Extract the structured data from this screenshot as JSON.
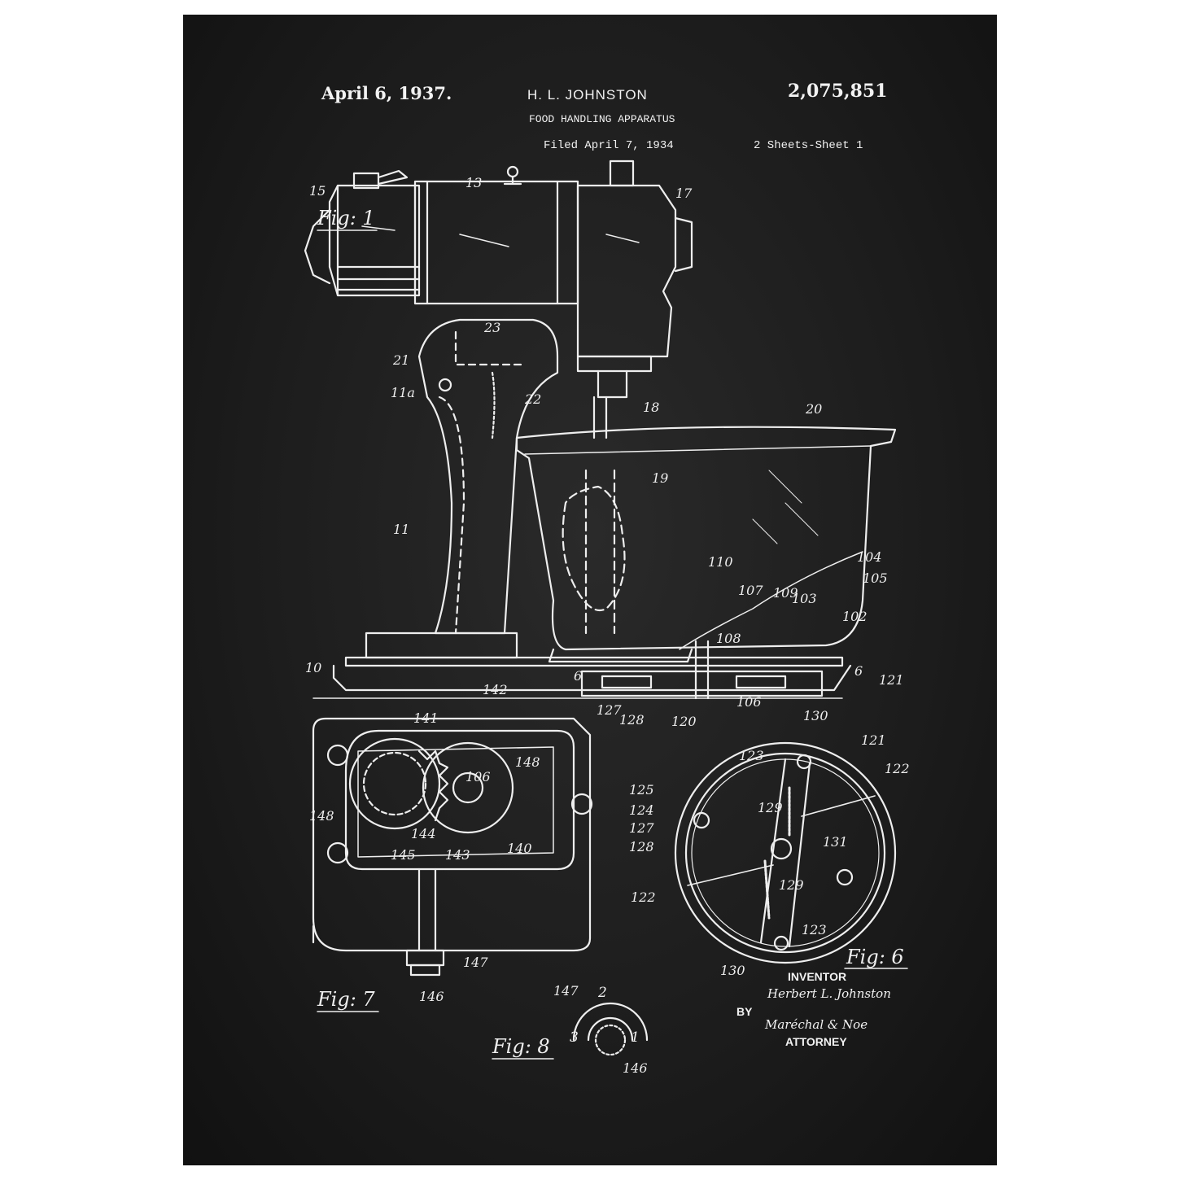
{
  "header": {
    "date": "April 6, 1937.",
    "inventor_name": "H. L. JOHNSTON",
    "patent_number": "2,075,851",
    "title": "FOOD HANDLING APPARATUS",
    "filed": "Filed April 7, 1934",
    "sheets": "2 Sheets-Sheet 1"
  },
  "figures": {
    "fig1": "Fig: 1",
    "fig6": "Fig: 6",
    "fig7": "Fig: 7",
    "fig8": "Fig: 8"
  },
  "reference_numerals": {
    "fig1": [
      "15",
      "13",
      "17",
      "23",
      "21",
      "11a",
      "22",
      "18",
      "20",
      "19",
      "11",
      "110",
      "104",
      "105",
      "107",
      "109",
      "103",
      "102",
      "108",
      "10",
      "6",
      "6",
      "121",
      "127",
      "128",
      "120",
      "106"
    ],
    "fig7": [
      "142",
      "141",
      "148",
      "106",
      "148",
      "144",
      "145",
      "143",
      "140",
      "147",
      "146"
    ],
    "fig6": [
      "130",
      "121",
      "123",
      "122",
      "125",
      "129",
      "131",
      "124",
      "127",
      "128",
      "122",
      "129",
      "123",
      "130"
    ],
    "fig8": [
      "147",
      "2",
      "3",
      "1",
      "146"
    ]
  },
  "signature_block": {
    "inventor_label": "INVENTOR",
    "inventor_signature": "Herbert L. Johnston",
    "by_label": "BY",
    "attorney_signature": "Maréchal & Noe",
    "attorney_label": "ATTORNEY"
  },
  "colors": {
    "background": "#1c1c1c",
    "ink": "#f2f2f2",
    "frame": "#ffffff"
  }
}
